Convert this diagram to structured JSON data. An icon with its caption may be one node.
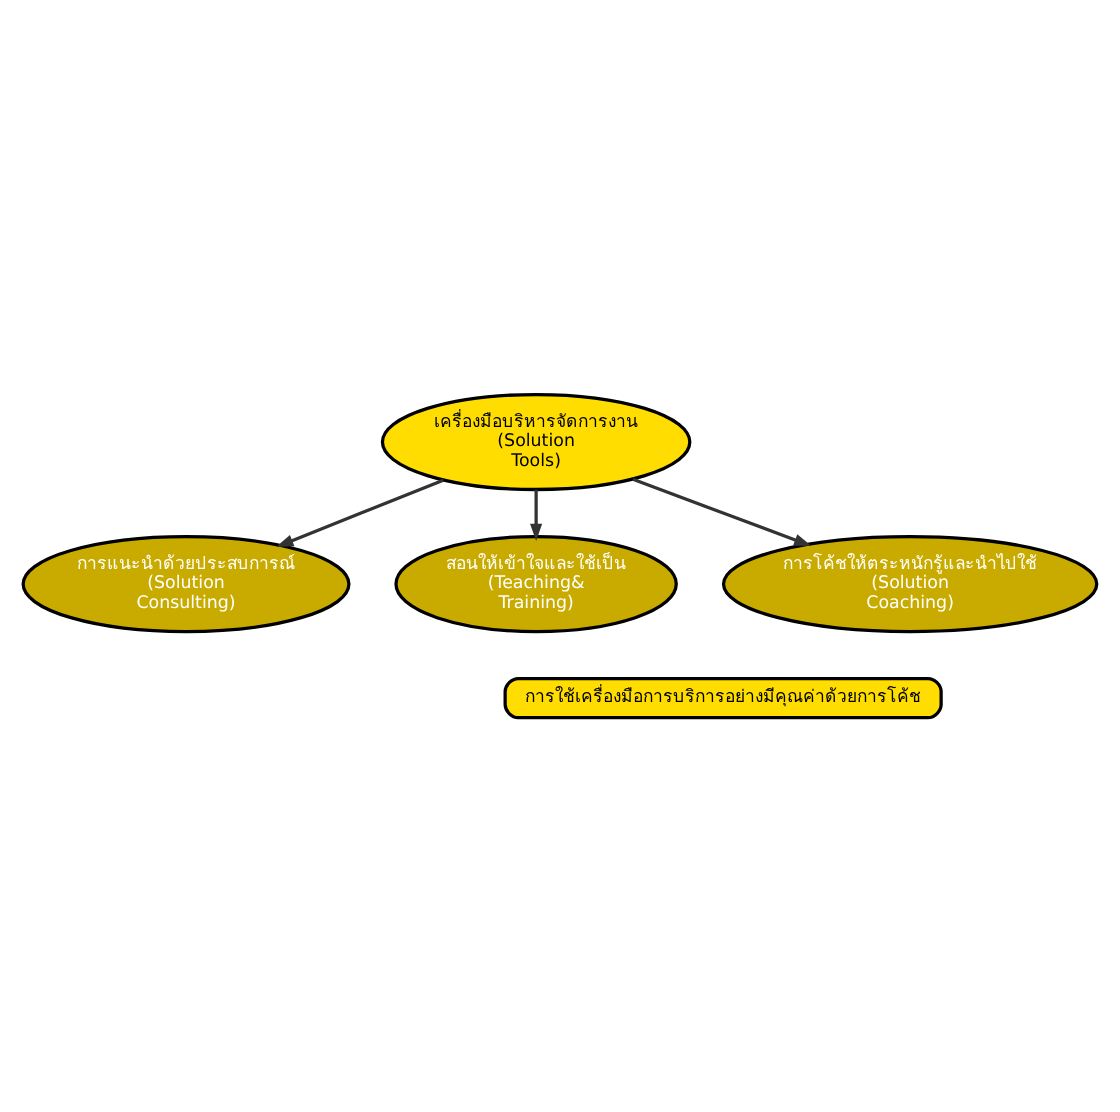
{
  "diagram": {
    "nodes": [
      {
        "text": [
          "เครื่องมือบริหารจัดการงาน (Solution Tools)"
        ]
      },
      {
        "text": [
          "การแนะนำด้วยประสบการณ์ (Solution Consulting)"
        ]
      },
      {
        "text": [
          "สอนให้เข้าใจและใช้เป็น (Teaching& Training)"
        ]
      },
      {
        "text": [
          "การโค้ชให้ตระหนักรู้และนำไปใช้ (Solution Coaching)"
        ]
      },
      {
        "text": [
          "การใช้เครื่องมือการบริการอย่างมีคุณค่าด้วยการโค้ช"
        ]
      }
    ],
    "edges": [
      {
        "from": 0,
        "to": 1,
        "arrow": "to"
      },
      {
        "from": 0,
        "to": 2,
        "arrow": "to"
      },
      {
        "from": 0,
        "to": 3,
        "arrow": "to"
      }
    ]
  }
}
